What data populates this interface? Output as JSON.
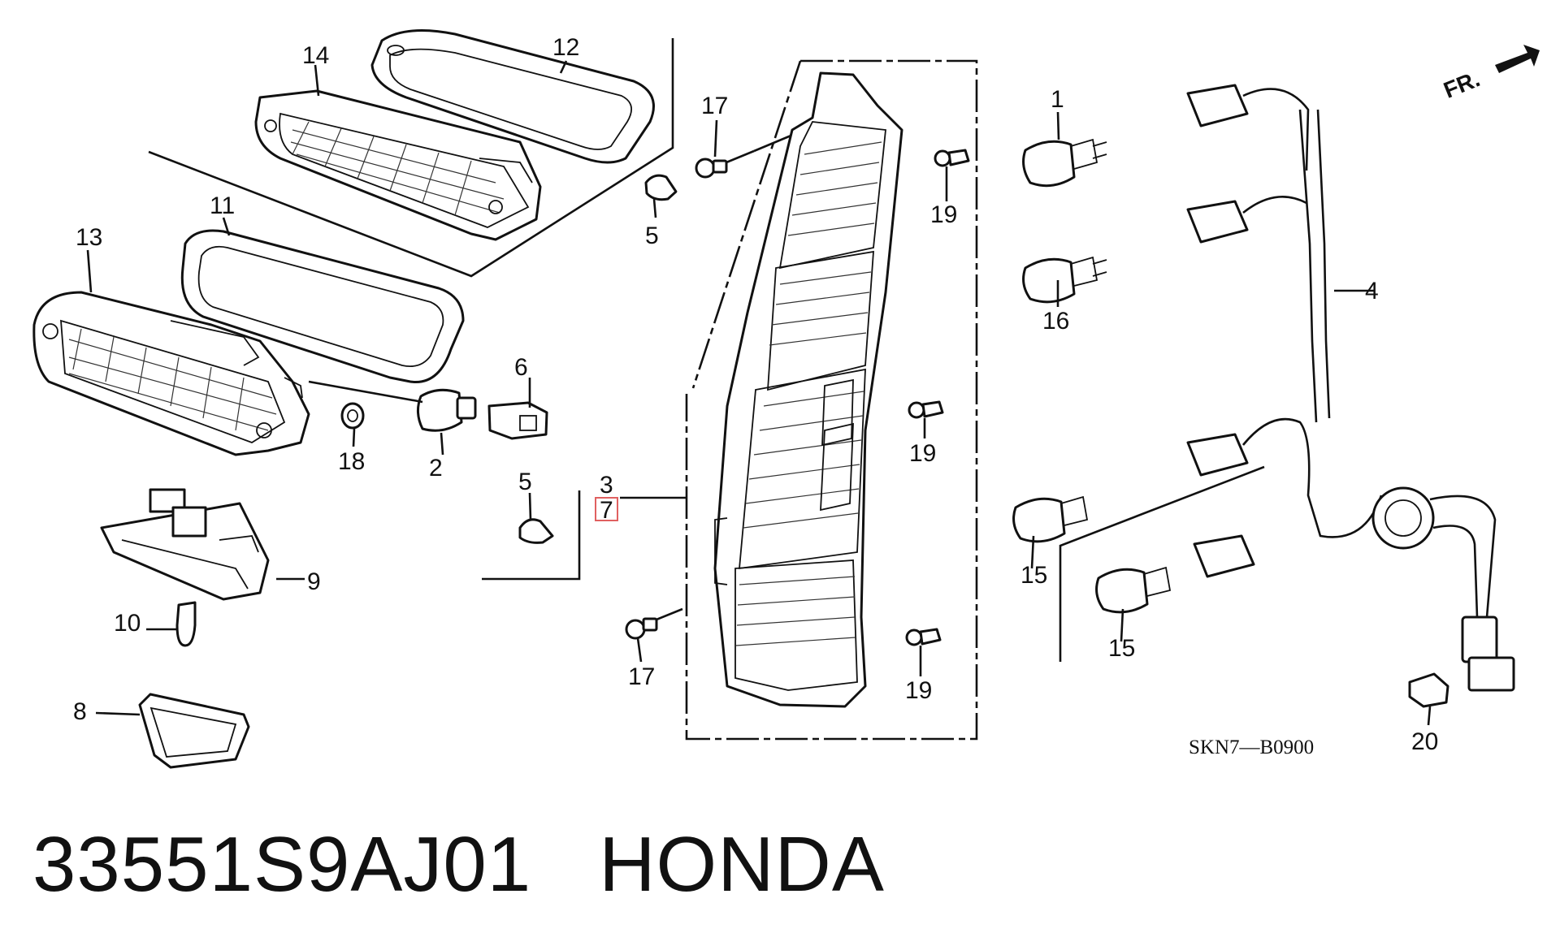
{
  "diagram_code": "SKN7—B0900",
  "front_indicator": "FR.",
  "highlight_color": "#e06060",
  "caption": {
    "part_number": "33551S9AJ01",
    "brand": "HONDA"
  },
  "callouts": {
    "c1": "1",
    "c2": "2",
    "c3": "3",
    "c4": "4",
    "c5a": "5",
    "c5b": "5",
    "c6": "6",
    "c7": "7",
    "c8": "8",
    "c9": "9",
    "c10": "10",
    "c11": "11",
    "c12": "12",
    "c13": "13",
    "c14": "14",
    "c15a": "15",
    "c15b": "15",
    "c16": "16",
    "c17a": "17",
    "c17b": "17",
    "c19a": "19",
    "c19b": "19",
    "c19c": "19",
    "c18": "18",
    "c20": "20"
  }
}
